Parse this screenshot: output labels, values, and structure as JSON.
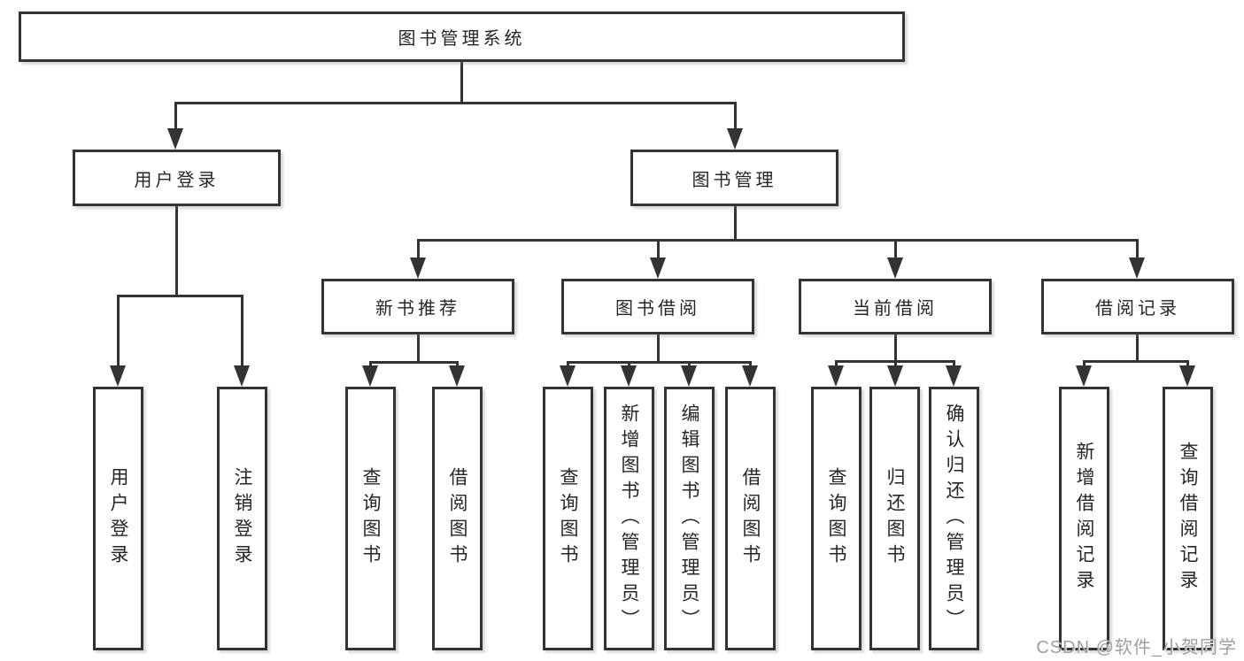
{
  "colors": {
    "line": "#333333",
    "box_border": "#333333",
    "text": "#262626",
    "watermark": "#9f9f9f",
    "background": "#ffffff"
  },
  "tree": {
    "root": {
      "label": "图书管理系统"
    },
    "branches": [
      {
        "label": "用户登录",
        "children": [
          {
            "label": "用户登录"
          },
          {
            "label": "注销登录"
          }
        ]
      },
      {
        "label": "图书管理",
        "children": [
          {
            "label": "新书推荐",
            "children": [
              {
                "label": "查询图书"
              },
              {
                "label": "借阅图书"
              }
            ]
          },
          {
            "label": "图书借阅",
            "children": [
              {
                "label": "查询图书"
              },
              {
                "label": "新增图书（管理员）"
              },
              {
                "label": "编辑图书（管理员）"
              },
              {
                "label": "借阅图书"
              }
            ]
          },
          {
            "label": "当前借阅",
            "children": [
              {
                "label": "查询图书"
              },
              {
                "label": "归还图书"
              },
              {
                "label": "确认归还（管理员）"
              }
            ]
          },
          {
            "label": "借阅记录",
            "children": [
              {
                "label": "新增借阅记录"
              },
              {
                "label": "查询借阅记录"
              }
            ]
          }
        ]
      }
    ]
  },
  "watermark": {
    "text": "CSDN @软件_小贺同学"
  }
}
